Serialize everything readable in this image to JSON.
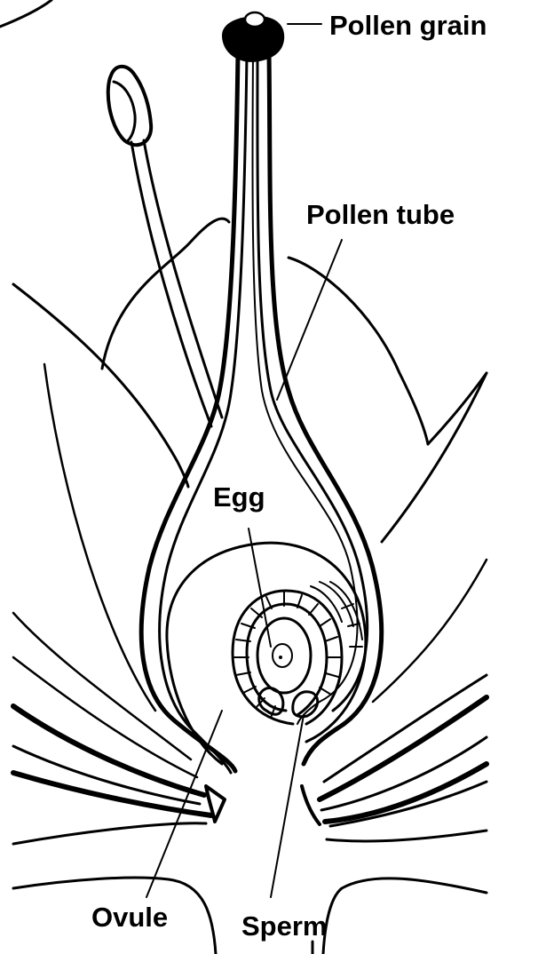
{
  "labels": {
    "pollen_grain": "Pollen grain",
    "pollen_tube": "Pollen tube",
    "egg": "Egg",
    "ovule": "Ovule",
    "sperm": "Sperm"
  },
  "colors": {
    "ink": "#000000",
    "background": "#ffffff"
  }
}
